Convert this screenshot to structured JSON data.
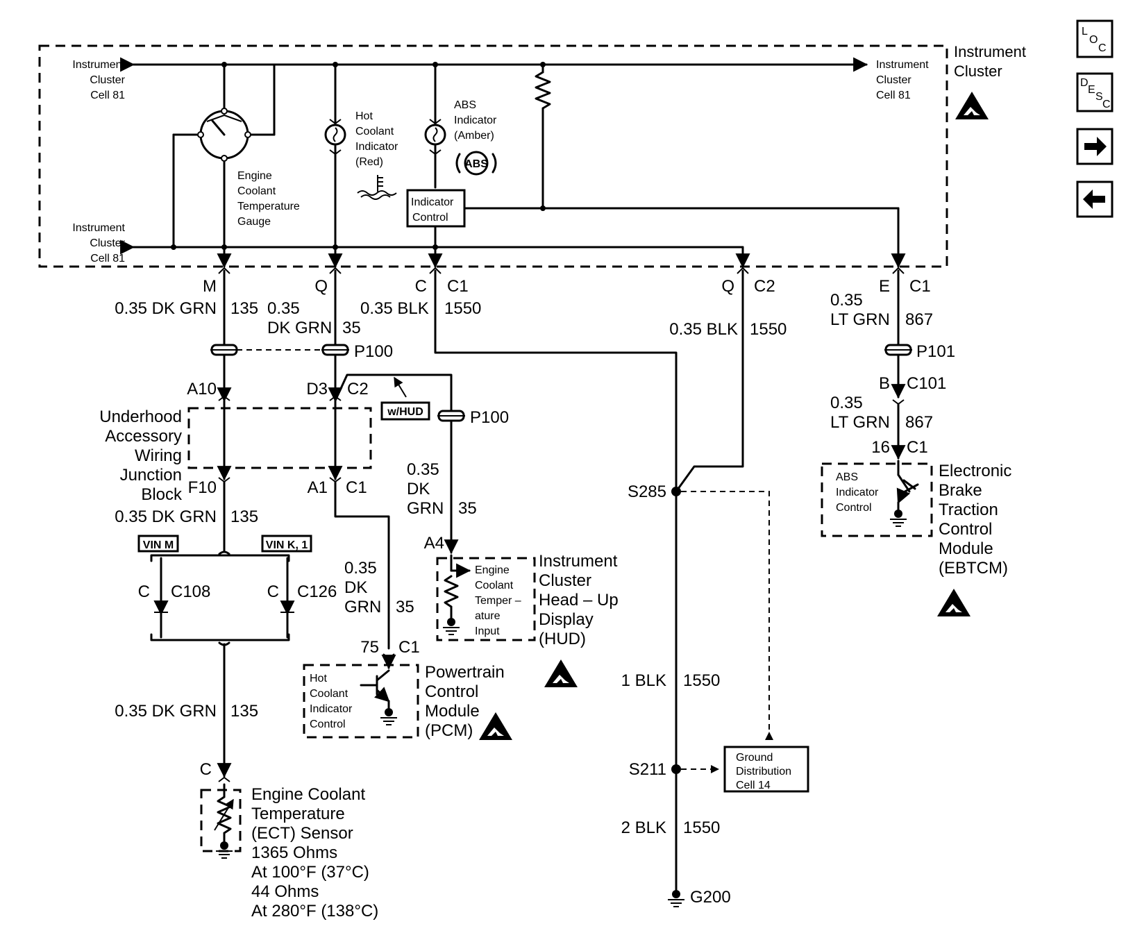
{
  "nav": {
    "loc": [
      "L",
      "O",
      "C"
    ],
    "desc": [
      "D",
      "E",
      "S",
      "C"
    ]
  },
  "cluster": {
    "title": [
      "Instrument",
      "Cluster"
    ],
    "cell81": [
      "Instrument",
      "Cluster",
      "Cell 81"
    ],
    "gauge": [
      "Engine",
      "Coolant",
      "Temperature",
      "Gauge"
    ],
    "hot": [
      "Hot",
      "Coolant",
      "Indicator",
      "(Red)"
    ],
    "abs": [
      "ABS",
      "Indicator",
      "(Amber)"
    ],
    "abs_symbol": "ABS",
    "control": [
      "Indicator",
      "Control"
    ]
  },
  "connectors": {
    "M": "M",
    "Q": "Q",
    "C": "C",
    "C1": "C1",
    "C2": "C2",
    "E": "E",
    "B": "B",
    "A10": "A10",
    "D3": "D3",
    "F10": "F10",
    "A1": "A1",
    "A4": "A4",
    "C101": "C101",
    "C108": "C108",
    "C126": "C126",
    "P100": "P100",
    "P101": "P101",
    "n75": "75",
    "n16": "16"
  },
  "wires": {
    "dkgrn": "0.35 DK GRN",
    "dkgrn_a": "0.35",
    "dkgrn_b": "DK GRN",
    "dk3": [
      "0.35",
      "DK",
      "GRN"
    ],
    "blk": "0.35 BLK",
    "blk1": "1 BLK",
    "blk2": "2 BLK",
    "ltgrn": [
      "0.35",
      "LT GRN"
    ],
    "c135": "135",
    "c35": "35",
    "c1550": "1550",
    "c867": "867"
  },
  "labels": {
    "uwb": [
      "Underhood",
      "Accessory",
      "Wiring",
      "Junction",
      "Block"
    ],
    "whud": "w/HUD",
    "vinm": "VIN M",
    "vink": "VIN K, 1",
    "pcm": [
      "Powertrain",
      "Control",
      "Module",
      "(PCM)"
    ],
    "hotctl": [
      "Hot",
      "Coolant",
      "Indicator",
      "Control"
    ],
    "hud": [
      "Instrument",
      "Cluster",
      "Head – Up",
      "Display",
      "(HUD)"
    ],
    "hudin": [
      "Engine",
      "Coolant",
      "Temper –",
      "ature",
      "Input"
    ],
    "ebtcm": [
      "Electronic",
      "Brake",
      "Traction",
      "Control",
      "Module",
      "(EBTCM)"
    ],
    "absctl": [
      "ABS",
      "Indicator",
      "Control"
    ],
    "ect": [
      "Engine Coolant",
      "Temperature",
      "(ECT) Sensor",
      "1365 Ohms",
      "At 100°F (37°C)",
      "44 Ohms",
      "At 280°F (138°C)"
    ],
    "S285": "S285",
    "S211": "S211",
    "G200": "G200",
    "gnd": [
      "Ground",
      "Distribution",
      "Cell 14"
    ]
  }
}
